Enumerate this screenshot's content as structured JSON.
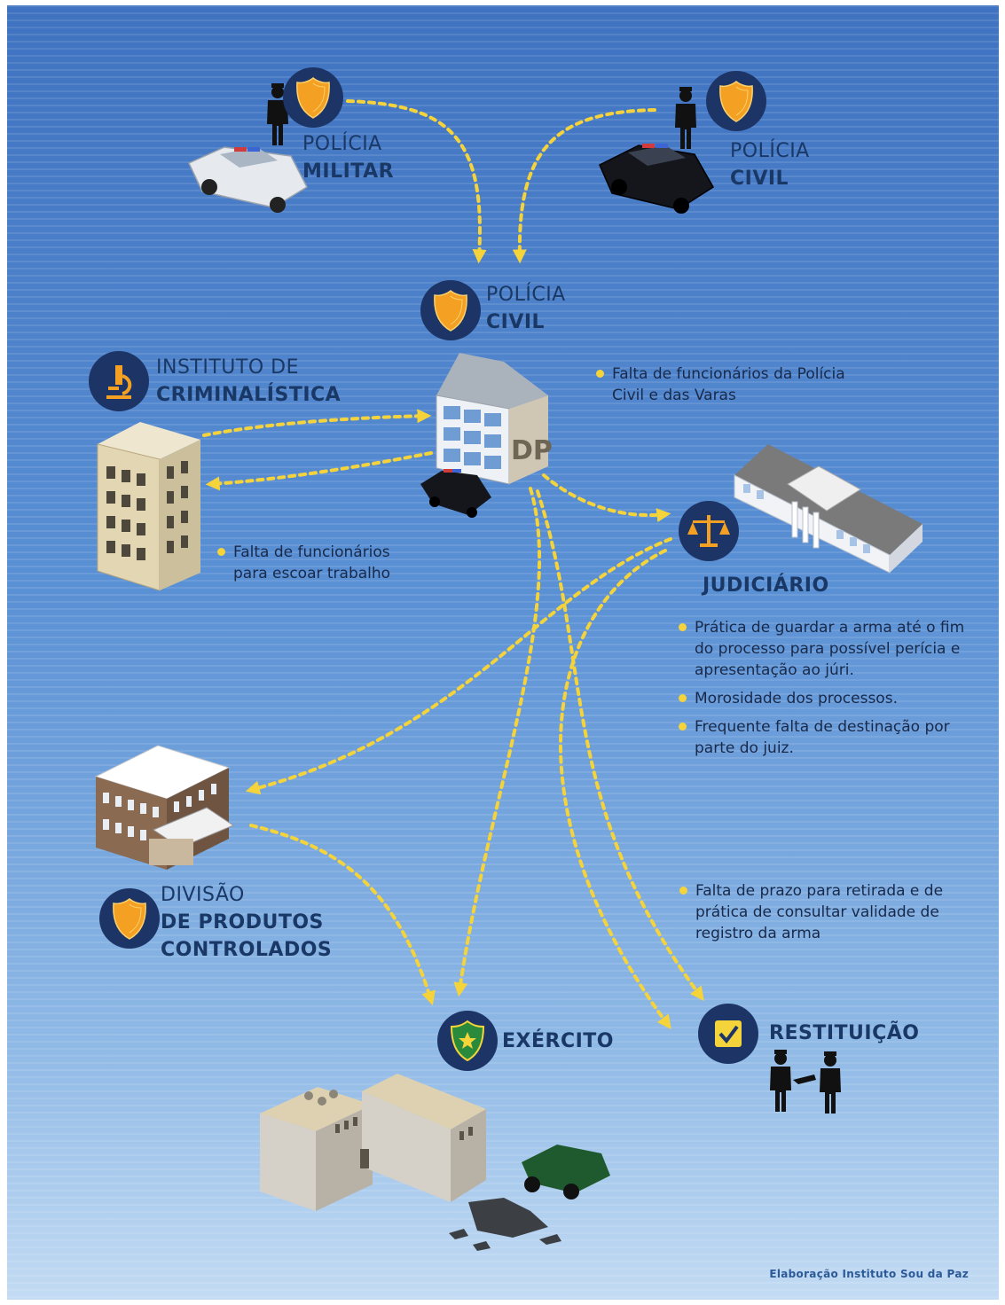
{
  "nodes": {
    "pm": {
      "line1": "POLÍCIA",
      "line2": "MILITAR"
    },
    "pc_top": {
      "line1": "POLÍCIA",
      "line2": "CIVIL"
    },
    "pc_center": {
      "line1": "POLÍCIA",
      "line2": "CIVIL"
    },
    "instituto": {
      "line1": "INSTITUTO DE",
      "line2": "CRIMINALÍSTICA"
    },
    "judiciario": {
      "line1": "JUDICIÁRIO"
    },
    "divisao": {
      "line1": "DIVISÃO",
      "line2": "DE PRODUTOS",
      "line3": "CONTROLADOS"
    },
    "exercito": {
      "line1": "EXÉRCITO"
    },
    "restituicao": {
      "line1": "RESTITUIÇÃO"
    }
  },
  "building_signs": {
    "dp": "DP"
  },
  "notes": {
    "policia_civil": [
      "Falta de funcionários da Polícia Civil e das Varas"
    ],
    "instituto": [
      "Falta de funcionários para escoar trabalho"
    ],
    "judiciario": [
      "Prática de guardar a arma até o fim do processo para possível perícia e apresentação ao júri.",
      "Morosidade dos processos.",
      "Frequente falta de destinação por parte do juiz."
    ],
    "restituicao": [
      "Falta de prazo para retirada e de prática de consultar validade de registro da arma"
    ]
  },
  "credit": "Elaboração Instituto Sou da Paz",
  "colors": {
    "background_top": "#3f72c0",
    "background_bottom": "#c3dbf3",
    "badge_navy": "#1d3566",
    "badge_orange": "#f3a023",
    "arrow_yellow": "#f5d33a",
    "label_text": "#1a3866"
  }
}
